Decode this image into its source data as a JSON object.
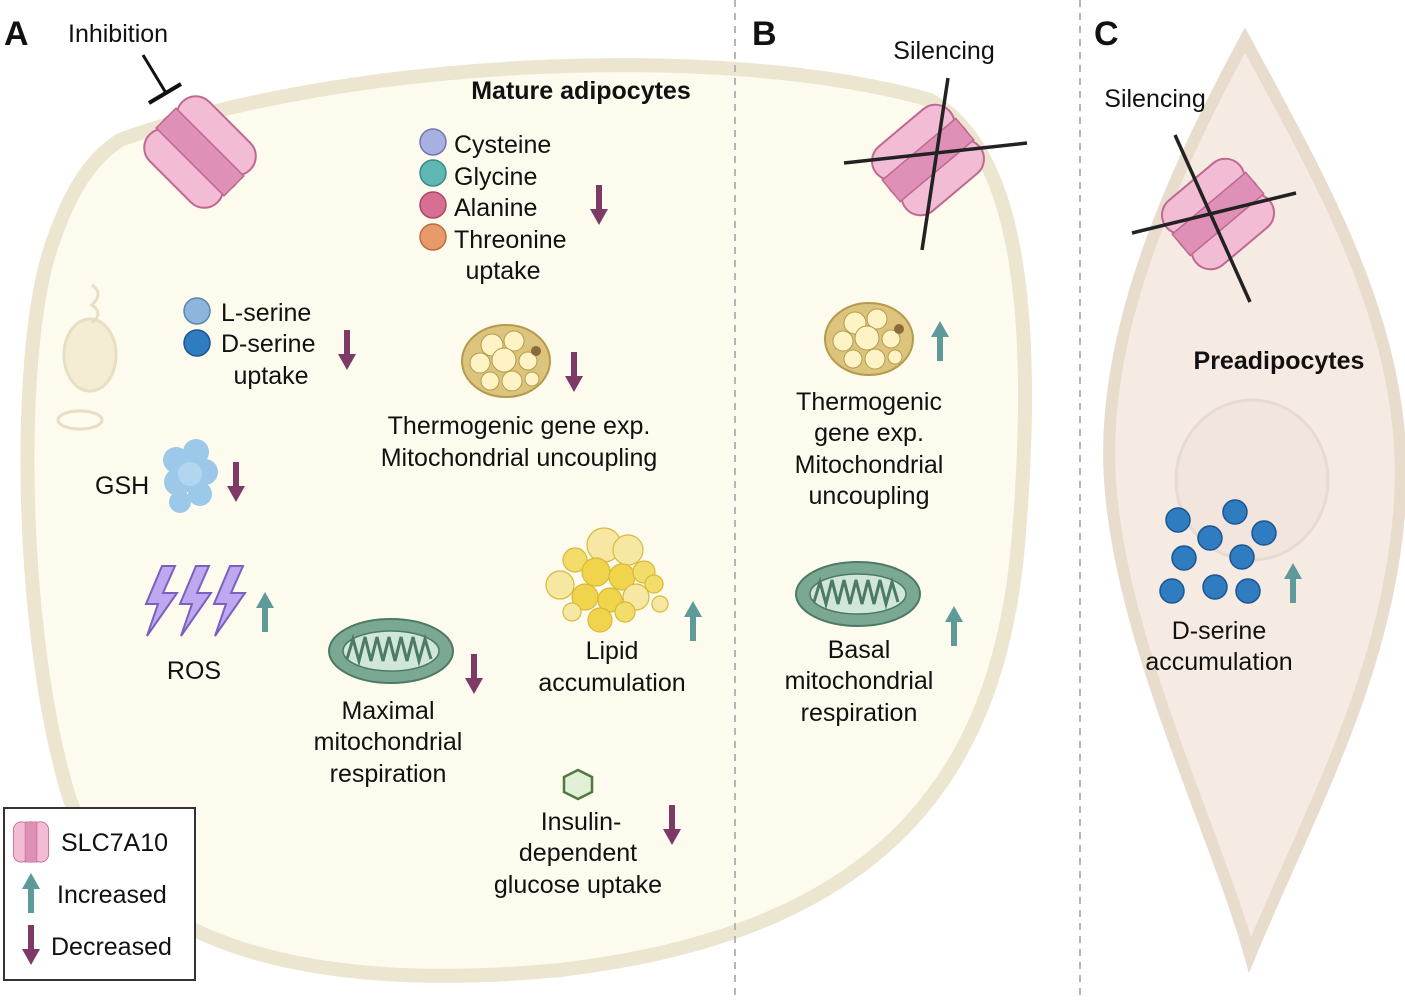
{
  "panels": {
    "a": {
      "letter": "A",
      "inhibition": "Inhibition",
      "title": "Mature adipocytes",
      "amino_acids": [
        "Cysteine",
        "Glycine",
        "Alanine",
        "Threonine",
        "uptake"
      ],
      "serine": [
        "L-serine",
        "D-serine",
        "uptake"
      ],
      "gsh": "GSH",
      "ros": "ROS",
      "thermo": [
        "Thermogenic gene exp.",
        "Mitochondrial uncoupling"
      ],
      "lipid": [
        "Lipid",
        "accumulation"
      ],
      "maximal": [
        "Maximal",
        "mitochondrial",
        "respiration"
      ],
      "insulin": [
        "Insulin-",
        "dependent",
        "glucose uptake"
      ]
    },
    "b": {
      "letter": "B",
      "silencing": "Silencing",
      "thermo": [
        "Thermogenic",
        "gene exp.",
        "Mitochondrial",
        "uncoupling"
      ],
      "basal": [
        "Basal",
        "mitochondrial",
        "respiration"
      ]
    },
    "c": {
      "letter": "C",
      "silencing": "Silencing",
      "title": "Preadipocytes",
      "dserine": [
        "D-serine",
        "accumulation"
      ]
    }
  },
  "legend": {
    "transporter": "SLC7A10",
    "increased": "Increased",
    "decreased": "Decreased"
  },
  "colors": {
    "increased": "#5e9a9a",
    "decreased": "#7d3a66",
    "cell_fill": "#fdfbed",
    "cell_border": "#ece5cf",
    "preadipocyte_fill": "#f6ebe3",
    "transporter": "#f0b4cf",
    "transporter_core": "#df90b7",
    "cysteine": "#a8b0e0",
    "glycine": "#5fb8b4",
    "alanine": "#d66f92",
    "threonine": "#e89a6a",
    "l_serine": "#8cb6dc",
    "d_serine": "#2f7cc0",
    "gsh": "#9cc8ea",
    "ros": "#c0a8f0",
    "mitochondrion": "#6a9a82",
    "lipid": "#f0d44c"
  }
}
